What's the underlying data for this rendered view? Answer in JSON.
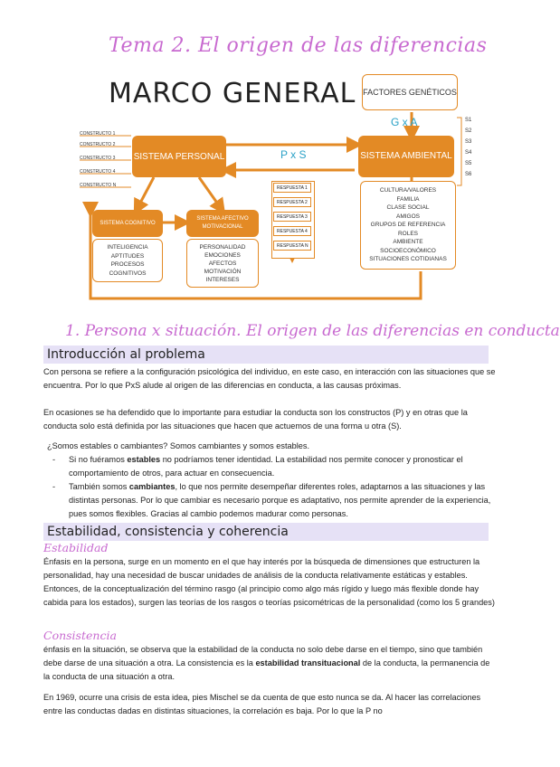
{
  "header": {
    "title": "Tema 2. El origen de las diferencias",
    "subtitle": "MARCO GENERAL"
  },
  "diagram": {
    "factores": "FACTORES GENÉTICOS",
    "gxa": "G x A",
    "pxs": "P x S",
    "sistema_personal": "SISTEMA PERSONAL",
    "sistema_ambiental": "SISTEMA AMBIENTAL",
    "sistema_cognitivo": "SISTEMA COGNITIVO",
    "sistema_afectivo": "SISTEMA AFECTIVO MOTIVACIONAL",
    "constructos": [
      "CONSTRUCTO 1",
      "CONSTRUCTO 2",
      "CONSTRUCTO 3",
      "CONSTRUCTO 4",
      "CONSTRUCTO N"
    ],
    "respuestas": [
      "RESPUESTA 1",
      "RESPUESTA 2",
      "RESPUESTA 3",
      "RESPUESTA 4",
      "RESPUESTA N"
    ],
    "s_list": [
      "S1",
      "S2",
      "S3",
      "S4",
      "S5",
      "S6"
    ],
    "cognitivo_items": [
      "INTELIGENCIA",
      "APTITUDES",
      "PROCESOS",
      "COGNITIVOS"
    ],
    "afectivo_items": [
      "PERSONALIDAD",
      "EMOCIONES",
      "AFECTOS",
      "MOTIVACIÓN",
      "INTERESES"
    ],
    "ambiental_items": [
      "CULTURA/VALORES",
      "FAMILIA",
      "CLASE SOCIAL",
      "AMIGOS",
      "GRUPOS DE REFERENCIA",
      "ROLES",
      "AMBIENTE",
      "SOCIOECONÓMICO",
      "SITUACIONES COTIDIANAS"
    ]
  },
  "section1": {
    "heading": "1. Persona x situación. El origen de las diferencias en conducta",
    "band": "Introducción al problema",
    "p1": "Con persona se refiere a la configuración psicológica del individuo, en este caso, en interacción con las situaciones que se encuentra. Por lo que PxS alude al origen de las diferencias en conducta, a las causas próximas.",
    "p2": "En ocasiones se ha defendido que lo importante para estudiar la conducta son los constructos (P) y en otras que la conducta solo está definida por las situaciones que hacen que actuemos de una forma u otra (S).",
    "p3": "¿Somos estables o cambiantes? Somos cambiantes y somos estables.",
    "b1_pre": "Si no fuéramos ",
    "b1_bold": "estables",
    "b1_post": " no podríamos tener identidad. La estabilidad nos permite conocer y pronosticar el comportamiento de otros, para actuar en consecuencia.",
    "b2_pre": "También somos ",
    "b2_bold": "cambiantes",
    "b2_post": ", lo que nos permite desempeñar diferentes roles, adaptarnos a las situaciones y las distintas personas. Por lo que cambiar es necesario porque es adaptativo, nos permite aprender de la experiencia, pues somos flexibles. Gracias al cambio podemos madurar como personas."
  },
  "section2": {
    "band": "Estabilidad, consistencia y coherencia",
    "sub1": "Estabilidad",
    "p1": "Énfasis en la persona, surge en un momento en el que hay interés por la búsqueda de dimensiones que estructuren la personalidad, hay una necesidad de buscar unidades de análisis de la conducta relativamente estáticas y estables. Entonces, de la conceptualización del término rasgo (al principio como algo más rígido y luego más flexible donde hay cabida para los estados), surgen las teorías de los rasgos o teorías psicométricas de la personalidad (como los 5 grandes)",
    "sub2": "Consistencia",
    "p2_pre": "énfasis en la situación, se observa que la estabilidad de la conducta no solo debe darse en el tiempo, sino que también debe darse de una situación a otra. La consistencia es la ",
    "p2_bold": "estabilidad transituacional",
    "p2_post": " de la conducta, la permanencia de la conducta de una situación a otra.",
    "p3": "En 1969, ocurre una crisis de esta idea, pies Mischel se da cuenta de que esto nunca se da. Al hacer las correlaciones entre las conductas dadas en distintas situaciones, la correlación es baja. Por lo que la P no"
  }
}
